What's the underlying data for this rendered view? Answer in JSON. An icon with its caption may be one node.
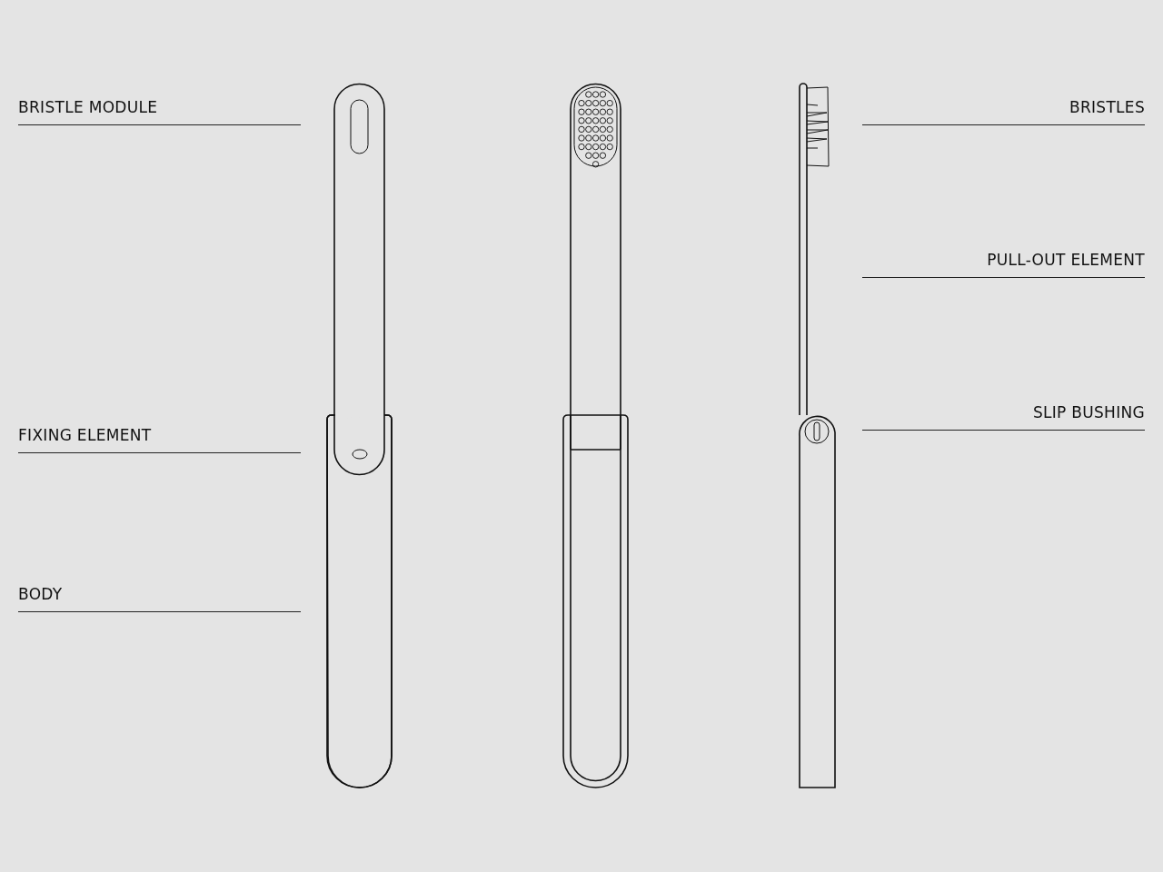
{
  "diagram": {
    "labels": [
      "BRISTLE MODULE",
      "BRISTLES",
      "PULL-OUT ELEMENT",
      "SLIP BUSHING",
      "FIXING ELEMENT",
      "BODY"
    ]
  }
}
